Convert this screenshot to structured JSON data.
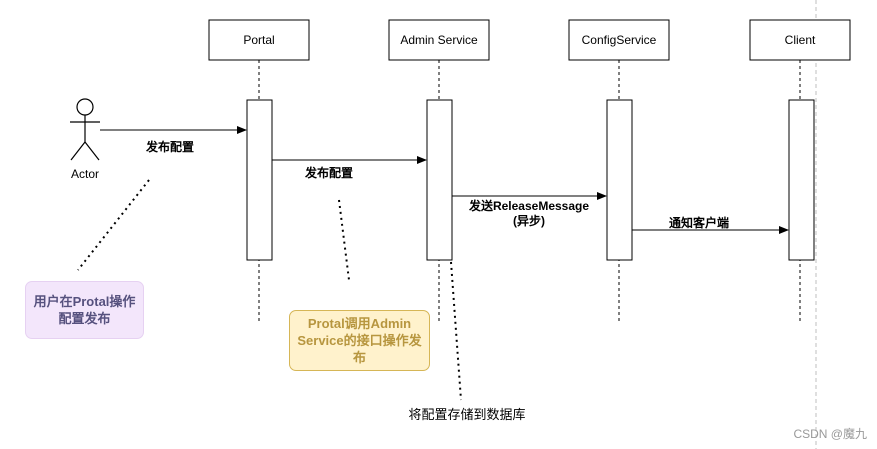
{
  "diagram": {
    "actor": {
      "label": "Actor"
    },
    "participants": [
      {
        "id": "portal",
        "label": "Portal"
      },
      {
        "id": "admin",
        "label": "Admin Service"
      },
      {
        "id": "config",
        "label": "ConfigService"
      },
      {
        "id": "client",
        "label": "Client"
      }
    ],
    "messages": [
      {
        "from": "actor",
        "to": "portal",
        "lines": [
          "发布配置"
        ]
      },
      {
        "from": "portal",
        "to": "admin",
        "lines": [
          "发布配置"
        ]
      },
      {
        "from": "admin",
        "to": "config",
        "lines": [
          "发送ReleaseMessage",
          "(异步)"
        ]
      },
      {
        "from": "config",
        "to": "client",
        "lines": [
          "通知客户端"
        ]
      }
    ],
    "notes": {
      "purple": {
        "lines": [
          "用户在Protal操作",
          "配置发布"
        ]
      },
      "yellow": {
        "lines": [
          "Protal调用Admin",
          "Service的接口操作发",
          "布"
        ]
      },
      "db_text": "将配置存储到数据库"
    }
  },
  "watermark": "CSDN @魔九",
  "colors": {
    "line": "#000000",
    "note_purple_fill": "#e1d5e7",
    "note_purple_stroke": "#9673a6",
    "note_purple_text": "#56517e",
    "note_yellow_fill": "#fff2cc",
    "note_yellow_stroke": "#d6b656",
    "note_yellow_text": "#b7963f",
    "grid_dash": "#bfbfbf"
  }
}
